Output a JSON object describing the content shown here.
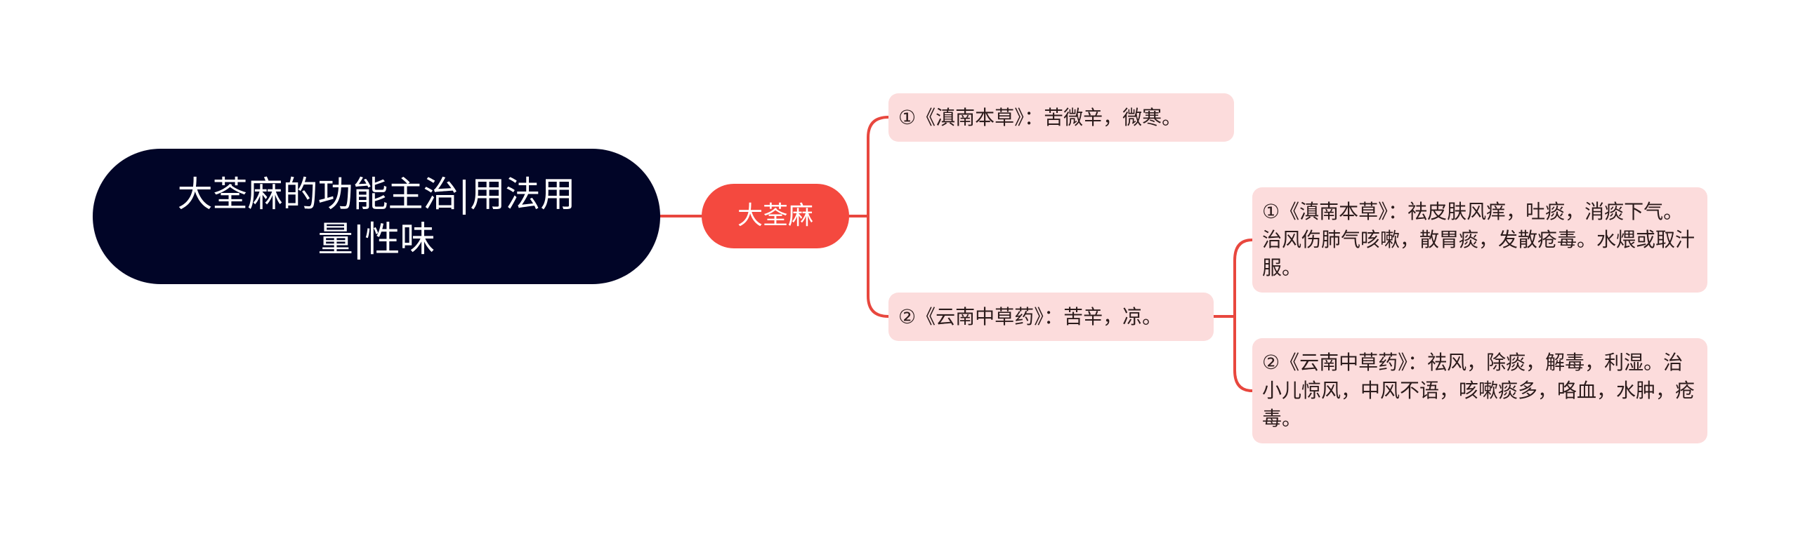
{
  "mindmap": {
    "root": {
      "label": "大荃麻的功能主治|用法用量|性味"
    },
    "main_topic": {
      "label": "大荃麻"
    },
    "branches": [
      {
        "label": "①《滇南本草》：苦微辛，微寒。",
        "children": []
      },
      {
        "label": "②《云南中草药》：苦辛，凉。",
        "children": [
          {
            "label": "①《滇南本草》：祛皮肤风痒，吐痰，消痰下气。治风伤肺气咳嗽，散胃痰，发散疮毒。水煨或取汁服。"
          },
          {
            "label": "②《云南中草药》：祛风，除痰，解毒，利湿。治小儿惊风，中风不语，咳嗽痰多，咯血，水肿，疮毒。"
          }
        ]
      }
    ]
  },
  "colors": {
    "root_fill": "#010527",
    "main_fill": "#f4493f",
    "leaf_fill": "#fcdcdc",
    "connector": "#e8473e",
    "leaf_text": "#2c1c1c",
    "light_text": "#ffffff"
  }
}
